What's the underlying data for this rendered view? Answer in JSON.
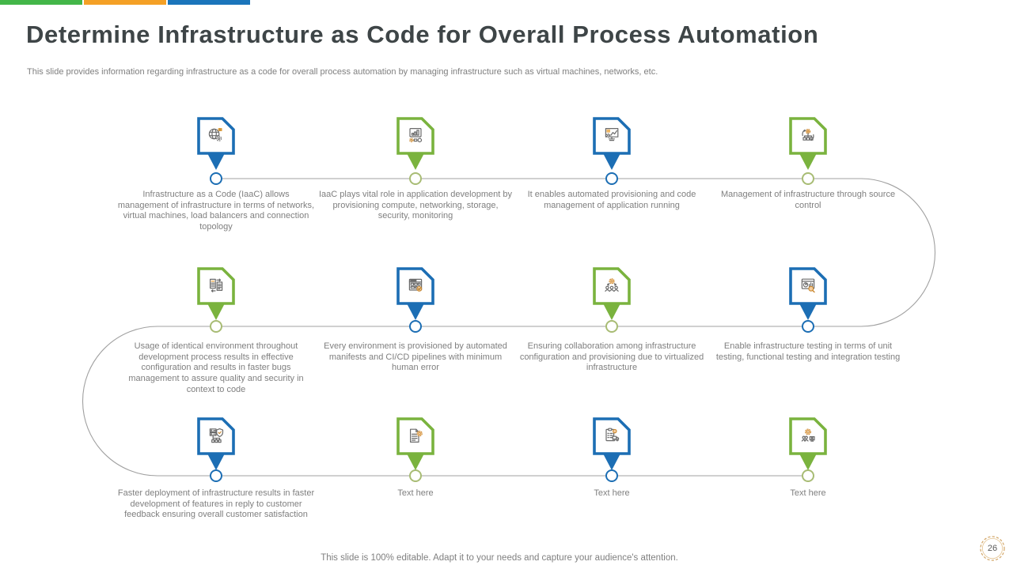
{
  "header": {
    "title": "Determine Infrastructure as Code for Overall Process Automation",
    "subtitle": "This slide provides information regarding infrastructure as a code for overall process automation by managing infrastructure such as virtual machines, networks, etc."
  },
  "brand_colors": [
    "#43B649",
    "#F4A026",
    "#1B75BB"
  ],
  "accent_colors": {
    "pin_blue": "#1C6EB4",
    "pin_green": "#7AB33E",
    "icon_orange": "#E8A23C",
    "line_gray": "#A0A0A0"
  },
  "timeline": {
    "nodes": [
      {
        "icon": "globe-gear-icon",
        "color": "#1C6EB4",
        "text": "Infrastructure as a Code (IaaC) allows management of infrastructure in terms of networks, virtual machines, load balancers and connection topology"
      },
      {
        "icon": "chart-settings-icon",
        "color": "#7AB33E",
        "text": "IaaC plays vital role in application development by provisioning compute, networking, storage, security, monitoring"
      },
      {
        "icon": "monitor-chart-icon",
        "color": "#1C6EB4",
        "text": "It enables automated provisioning and code management of application running"
      },
      {
        "icon": "source-control-icon",
        "color": "#7AB33E",
        "text": "Management of infrastructure through source control"
      },
      {
        "icon": "document-sync-icon",
        "color": "#7AB33E",
        "text": "Usage of identical environment throughout development process results in effective configuration and results in faster bugs management to assure quality and security in context to code"
      },
      {
        "icon": "browser-check-icon",
        "color": "#1C6EB4",
        "text": "Every environment is provisioned by automated manifests and CI/CD pipelines with minimum human error"
      },
      {
        "icon": "team-gear-icon",
        "color": "#7AB33E",
        "text": "Ensuring collaboration among infrastructure configuration and provisioning due to virtualized infrastructure"
      },
      {
        "icon": "chart-search-icon",
        "color": "#1C6EB4",
        "text": "Enable infrastructure testing in terms of unit testing, functional testing and integration testing"
      },
      {
        "icon": "server-shield-icon",
        "color": "#1C6EB4",
        "text": "Faster deployment of infrastructure results in faster development of features in reply to customer feedback ensuring overall customer satisfaction"
      },
      {
        "icon": "document-gear-icon",
        "color": "#7AB33E",
        "text": "Text here"
      },
      {
        "icon": "clipboard-truck-icon",
        "color": "#1C6EB4",
        "text": "Text here"
      },
      {
        "icon": "gear-team-icon",
        "color": "#7AB33E",
        "text": "Text here"
      }
    ]
  },
  "footer": {
    "note": "This slide is 100% editable. Adapt it to your needs and capture your audience's attention.",
    "page_number": "26"
  }
}
